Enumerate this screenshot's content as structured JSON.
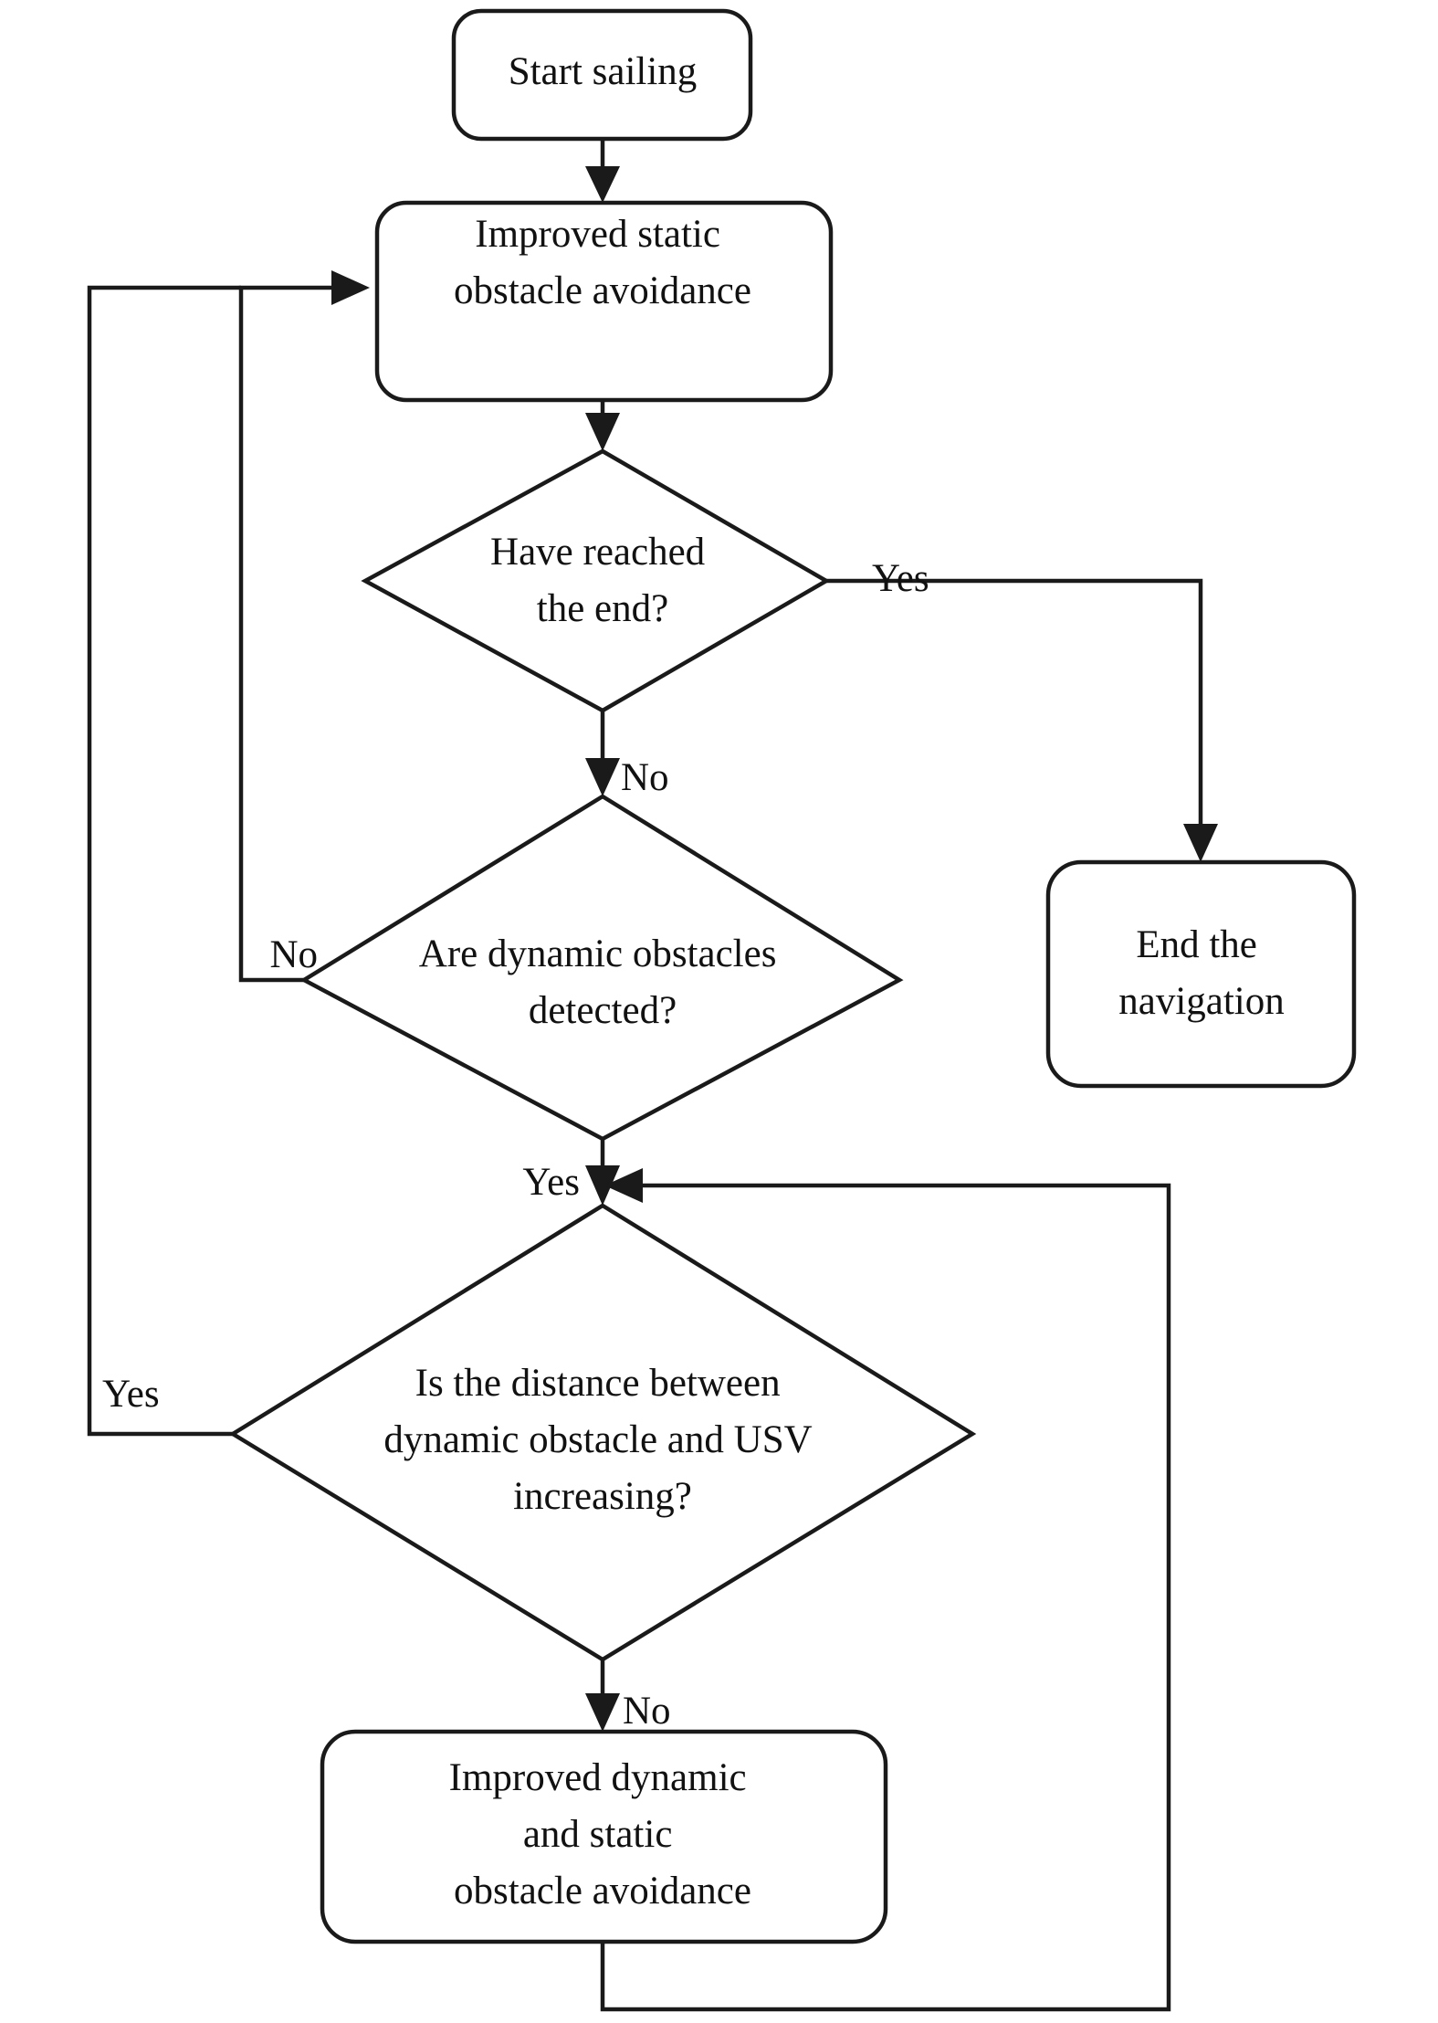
{
  "diagram": {
    "type": "flowchart",
    "title": "USV improved obstacle avoidance decision flow",
    "background_color": "#ffffff",
    "line_color": "#1a1a1a",
    "text_color": "#111111",
    "nodes": [
      {
        "id": "start",
        "shape": "rounded-rectangle",
        "lines": [
          "Start sailing"
        ]
      },
      {
        "id": "static_avoid",
        "shape": "rounded-rectangle",
        "lines": [
          "Improved static",
          "obstacle avoidance"
        ]
      },
      {
        "id": "reached_end",
        "shape": "diamond",
        "lines": [
          "Have reached",
          "the end?"
        ]
      },
      {
        "id": "dynamic_detected",
        "shape": "diamond",
        "lines": [
          "Are dynamic obstacles",
          "detected?"
        ]
      },
      {
        "id": "end_nav",
        "shape": "rounded-rectangle",
        "lines": [
          "End the",
          "navigation"
        ]
      },
      {
        "id": "distance_increasing",
        "shape": "diamond",
        "lines": [
          "Is the distance between",
          "dynamic obstacle and USV",
          "increasing?"
        ]
      },
      {
        "id": "dyn_static_avoid",
        "shape": "rounded-rectangle",
        "lines": [
          "Improved dynamic",
          "and static",
          "obstacle avoidance"
        ]
      }
    ],
    "edge_labels": {
      "reached_end_yes": "Yes",
      "reached_end_no": "No",
      "dynamic_detected_no": "No",
      "dynamic_detected_yes": "Yes",
      "distance_increasing_yes": "Yes",
      "distance_increasing_no": "No"
    },
    "edges": [
      {
        "from": "start",
        "to": "static_avoid",
        "label": ""
      },
      {
        "from": "static_avoid",
        "to": "reached_end",
        "label": ""
      },
      {
        "from": "reached_end",
        "to": "end_nav",
        "label": "Yes"
      },
      {
        "from": "reached_end",
        "to": "dynamic_detected",
        "label": "No"
      },
      {
        "from": "dynamic_detected",
        "to": "static_avoid",
        "label": "No"
      },
      {
        "from": "dynamic_detected",
        "to": "distance_increasing",
        "label": "Yes"
      },
      {
        "from": "distance_increasing",
        "to": "static_avoid",
        "label": "Yes"
      },
      {
        "from": "distance_increasing",
        "to": "dyn_static_avoid",
        "label": "No"
      },
      {
        "from": "dyn_static_avoid",
        "to": "distance_increasing",
        "label": ""
      }
    ]
  }
}
